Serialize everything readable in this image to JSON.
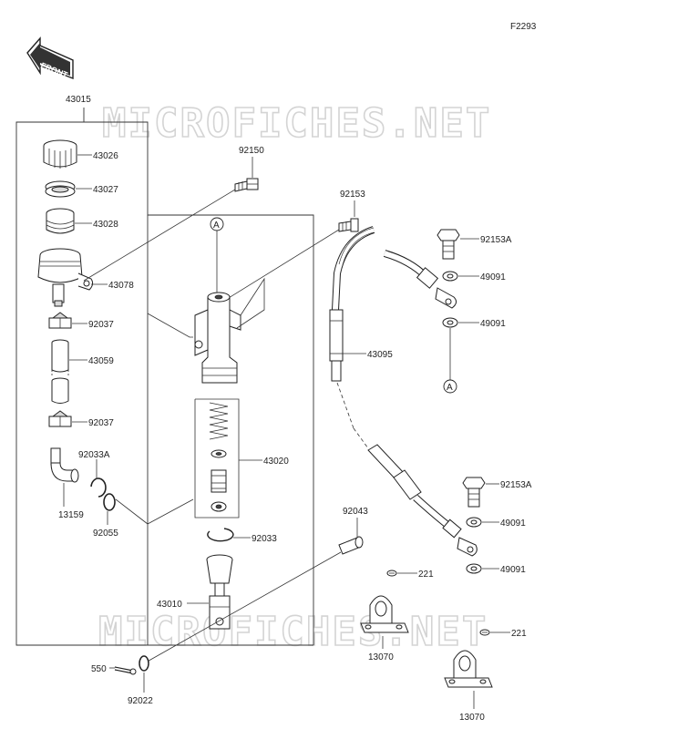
{
  "diagram_code": "F2293",
  "front_arrow": "FRONT",
  "watermarks": [
    "MICROFICHES.NET",
    "MICROFICHES.NET"
  ],
  "callout": "A",
  "parts": {
    "p43015": "43015",
    "p43026": "43026",
    "p43027": "43027",
    "p43028": "43028",
    "p43078": "43078",
    "p92037a": "92037",
    "p43059": "43059",
    "p92037b": "92037",
    "p92033A": "92033A",
    "p13159": "13159",
    "p92055": "92055",
    "p92150": "92150",
    "p92153": "92153",
    "p43020": "43020",
    "p92033": "92033",
    "p43010": "43010",
    "p550": "550",
    "p92022": "92022",
    "p92043": "92043",
    "p92153Aa": "92153A",
    "p49091a": "49091",
    "p49091b": "49091",
    "p43095": "43095",
    "p92153Ab": "92153A",
    "p49091c": "49091",
    "p49091d": "49091",
    "p221a": "221",
    "p221b": "221",
    "p13070a": "13070",
    "p13070b": "13070"
  }
}
